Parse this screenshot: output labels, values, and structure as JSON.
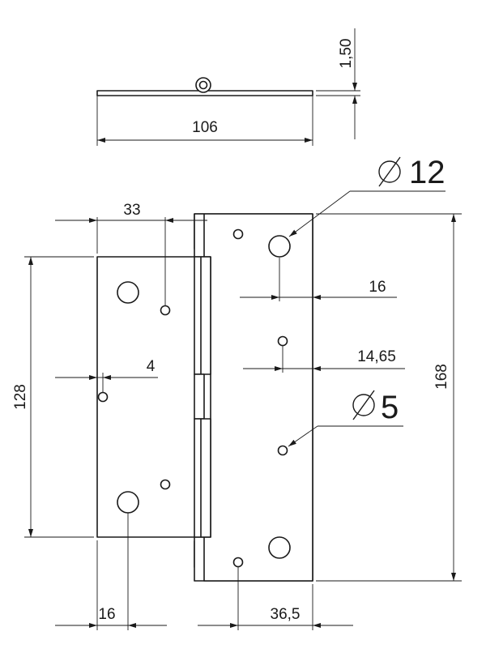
{
  "dimensions": {
    "thickness": "1,50",
    "overall_width": "106",
    "big_hole_dia_symbol": "Ø",
    "big_hole_dia": "12",
    "hole_pitch_left": "33",
    "big_hole_offset_right": "16",
    "small_hole_offset_right": "14,65",
    "knuckle_offset": "4",
    "small_hole_dia_symbol": "Ø",
    "small_hole_dia": "5",
    "left_leaf_height": "128",
    "right_leaf_height": "168",
    "left_hole_offset_bottom": "16",
    "right_hole_offset_bottom": "36,5"
  }
}
